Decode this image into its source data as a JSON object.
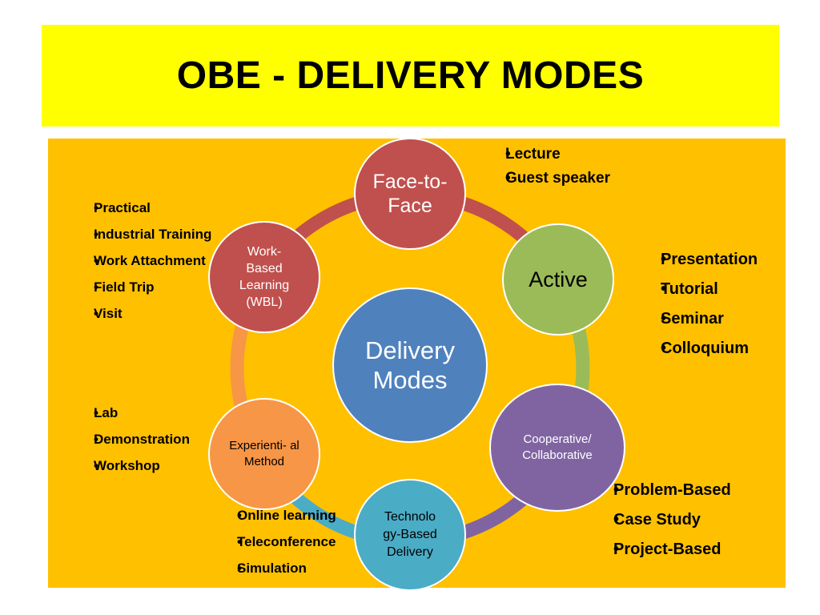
{
  "title": "OBE - DELIVERY MODES",
  "colors": {
    "title_bg": "#ffff00",
    "panel_bg": "#ffc000",
    "red": "#c0504d",
    "green": "#9bbb59",
    "purple": "#8064a2",
    "teal": "#4bacc6",
    "orange": "#f79646",
    "blue": "#4f81bd"
  },
  "center": {
    "label": "Delivery Modes"
  },
  "nodes": {
    "face_to_face": "Face-to-Face",
    "active": "Active",
    "cooperative": "Cooperative/ Collaborative",
    "technology": "Technolo gy-Based Delivery",
    "experiential": "Experienti- al Method",
    "wbl": "Work- Based Learning (WBL)"
  },
  "lists": {
    "face_to_face": [
      "Lecture",
      "Guest speaker"
    ],
    "active": [
      "Presentation",
      "Tutorial",
      "Seminar",
      "Colloquium"
    ],
    "cooperative": [
      "Problem-Based",
      "Case Study",
      "Project-Based"
    ],
    "technology": [
      "Online learning",
      "Teleconference",
      "Simulation"
    ],
    "experiential": [
      "Lab",
      "Demonstration",
      "Workshop"
    ],
    "wbl": [
      "Practical",
      "Industrial Training",
      "Work Attachment",
      "Field Trip",
      "Visit"
    ]
  }
}
